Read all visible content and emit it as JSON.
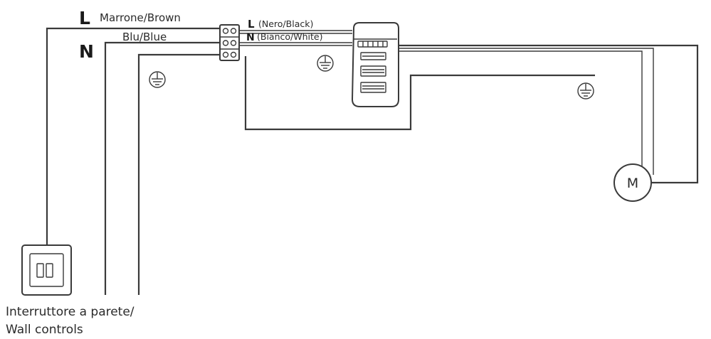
{
  "labels": {
    "L": "L",
    "N": "N",
    "brown": "Marrone/Brown",
    "blue": "Blu/Blue",
    "black_L": "L",
    "black": "(Nero/Black)",
    "white_N": "N",
    "white": "(Bianco/White)",
    "motor": "M",
    "wall_line1": "Interruttore a parete/",
    "wall_line2": "Wall controls"
  },
  "icons": {
    "ground": "ground-icon",
    "motor": "motor-icon",
    "switch": "wall-switch-icon",
    "receiver": "receiver-unit-icon",
    "terminal_block": "terminal-block-icon"
  }
}
